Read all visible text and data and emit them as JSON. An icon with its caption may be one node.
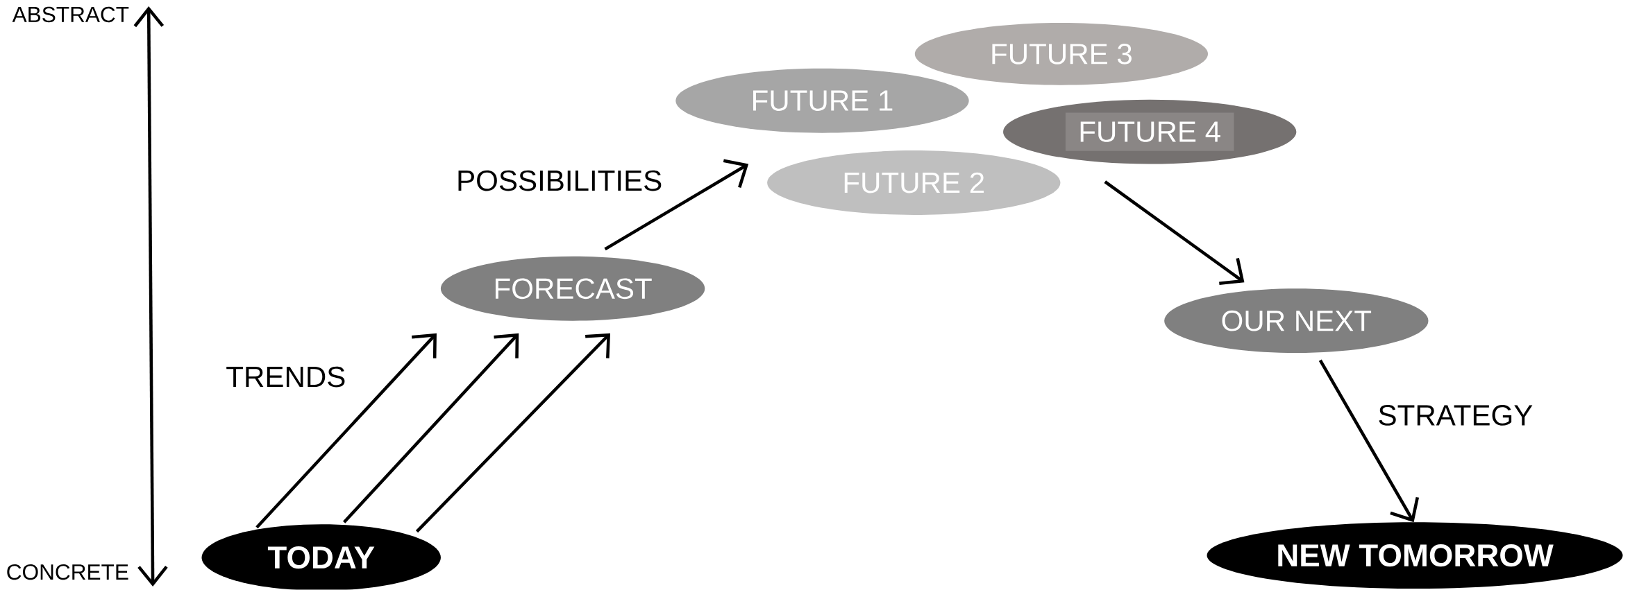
{
  "diagram": {
    "nodes": [
      {
        "text": [
          "TODAY"
        ]
      },
      {
        "text": [
          "FORECAST"
        ]
      },
      {
        "text": [
          "FUTURE 3"
        ]
      },
      {
        "text": [
          "FUTURE 1"
        ]
      },
      {
        "text": [
          "FUTURE 4"
        ]
      },
      {
        "text": [
          "FUTURE 2"
        ]
      },
      {
        "text": [
          "OUR NEXT"
        ]
      },
      {
        "text": [
          "NEW TOMORROW"
        ]
      }
    ],
    "edges": [
      {
        "from": 0,
        "to": 1,
        "arrow": "to"
      },
      {
        "from": 0,
        "to": 1,
        "arrow": "to"
      },
      {
        "from": 0,
        "to": 1,
        "arrow": "to"
      },
      {
        "from": 1,
        "to": 5,
        "arrow": "to"
      },
      {
        "from": 4,
        "to": 6,
        "arrow": "to"
      },
      {
        "from": 6,
        "to": 7,
        "arrow": "to"
      }
    ],
    "labels": [
      "ABSTRACT",
      "POSSIBILITIES",
      "TRENDS",
      "STRATEGY",
      "CONCRETE"
    ]
  }
}
